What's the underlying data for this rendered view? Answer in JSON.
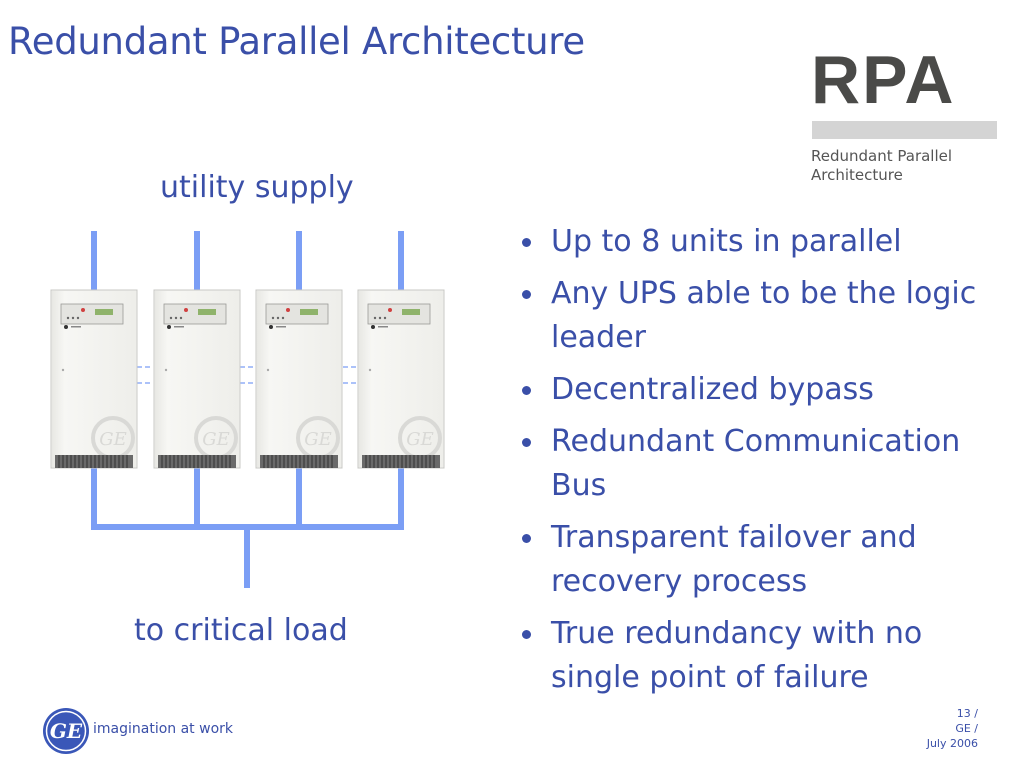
{
  "slide": {
    "title": "Redundant Parallel Architecture"
  },
  "logo": {
    "letters": "RPA",
    "caption_line1": "Redundant Parallel",
    "caption_line2": "Architecture"
  },
  "diagram": {
    "top_label": "utility supply",
    "bottom_label": "to critical load",
    "units": [
      "ups-1",
      "ups-2",
      "ups-3",
      "ups-4"
    ],
    "line_color": "#7b9ef5"
  },
  "bullets": [
    "Up to 8 units in parallel",
    "Any UPS able to be the logic leader",
    "Decentralized bypass",
    "Redundant Communication Bus",
    "Transparent failover and recovery process",
    "True redundancy with no single point of failure"
  ],
  "footer": {
    "tagline": "imagination at work",
    "page": "13 /",
    "org": "GE /",
    "date": "July 2006"
  },
  "colors": {
    "text": "#3a4fa8",
    "ge_blue": "#3a57b8",
    "rpa_gray": "#4a4a48"
  }
}
